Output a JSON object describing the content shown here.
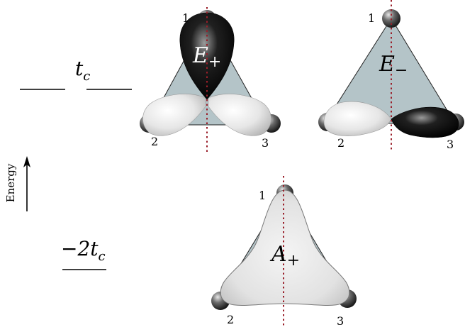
{
  "energy_axis": {
    "label": "Energy"
  },
  "levels": {
    "upper": {
      "label": "t",
      "label_sub": "c"
    },
    "lower": {
      "label": "−2t",
      "label_sub": "c"
    }
  },
  "orbitals": {
    "e_plus": {
      "label": "E",
      "label_sup": "+",
      "sites": [
        "1",
        "2",
        "3"
      ]
    },
    "e_minus": {
      "label": "E",
      "label_sup": "−",
      "sites": [
        "1",
        "2",
        "3"
      ]
    },
    "a_plus": {
      "label": "A",
      "label_sup": "+",
      "sites": [
        "1",
        "2",
        "3"
      ]
    }
  },
  "colors": {
    "triangle_fill": "#b4c4c8",
    "mirror_line": "#9a1f2a",
    "positive_lobe": "#000000",
    "negative_lobe": "#dcdcdc"
  }
}
